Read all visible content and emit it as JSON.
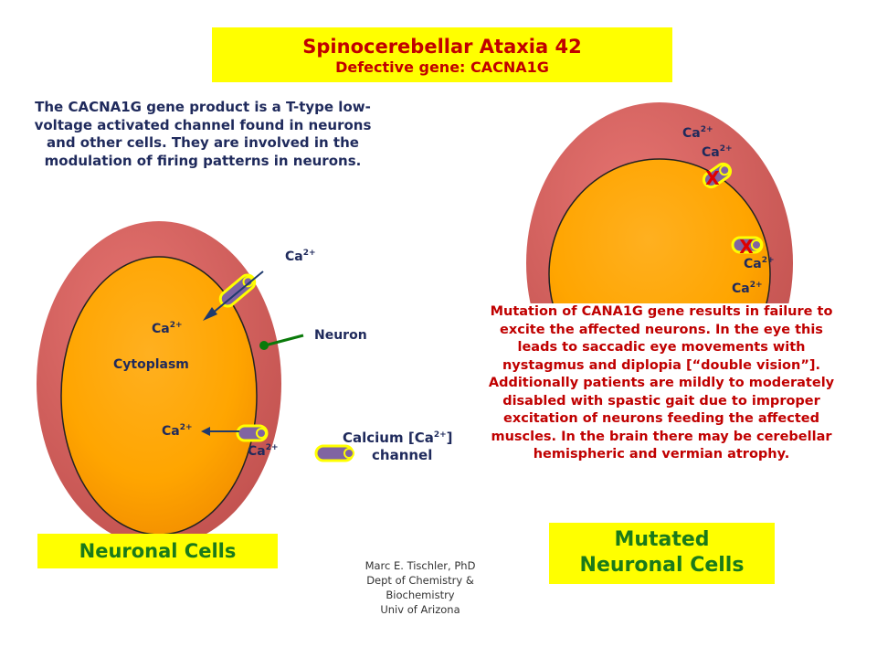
{
  "title": {
    "main": "Spinocerebellar Ataxia 42",
    "subtitle": "Defective gene: CACNA1G"
  },
  "intro_text": "The CACNA1G gene product is a T-type low-voltage activated channel found in neurons and other cells.  They are involved in the modulation of firing patterns in neurons.",
  "labels": {
    "ion": "Ca",
    "charge": "2+",
    "cytoplasm": "Cytoplasm",
    "neuron": "Neuron",
    "channel_legend_line1": "Calcium [Ca",
    "channel_legend_charge": "2+",
    "channel_legend_close": "]",
    "channel_legend_line2": "channel",
    "blocked_mark": "X"
  },
  "mutation_text": "Mutation of CANA1G gene results in failure to excite the affected neurons. In the eye this leads to saccadic eye movements with nystagmus and diplopia [“double vision”].  Additionally  patients are mildly  to moderately disabled  with spastic gait due to improper excitation of neurons feeding the affected muscles. In the brain there may be cerebellar hemispheric and vermian atrophy.",
  "captions": {
    "normal": "Neuronal Cells",
    "mutated_line1": "Mutated",
    "mutated_line2": "Neuronal Cells"
  },
  "author": {
    "line1": "Marc  E. Tischler, PhD",
    "line2": "Dept of Chemistry  &",
    "line3": "Biochemistry",
    "line4": "Univ of Arizona"
  },
  "colors": {
    "title_bg": "#ffff00",
    "title_text": "#c00000",
    "body_text": "#1f2a5c",
    "membrane": "#d9534f",
    "cytoplasm": "#ffa500",
    "channel": "#8064a2",
    "caption_text": "#1a7a1a",
    "pointer": "#0a7a0a"
  }
}
